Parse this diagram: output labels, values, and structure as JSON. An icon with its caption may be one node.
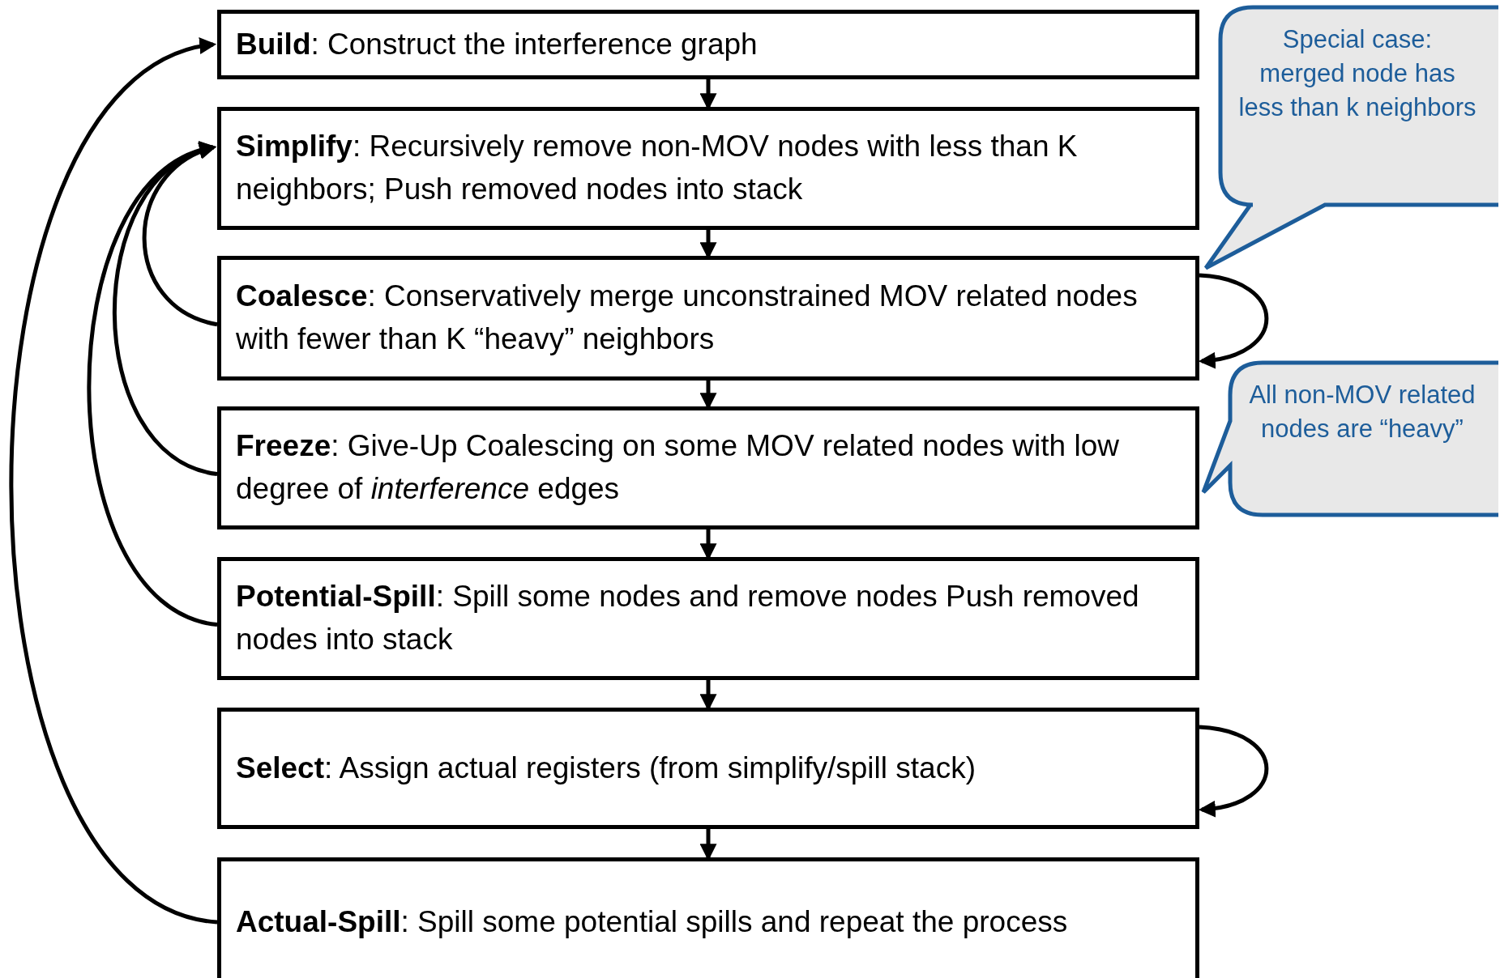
{
  "diagram": {
    "nodes": [
      {
        "text": [
          "**Build**: Construct the interference graph"
        ]
      },
      {
        "text": [
          "**Simplify**: Recursively remove non-MOV nodes with less than K neighbors; Push removed nodes into stack"
        ]
      },
      {
        "text": [
          "**Coalesce**: Conservatively merge unconstrained MOV related nodes with fewer than K “heavy” neighbors"
        ]
      },
      {
        "text": [
          "**Freeze**: Give-Up Coalescing on some MOV related nodes with low degree of *interference* edges"
        ]
      },
      {
        "text": [
          "**Potential-Spill**: Spill some nodes and remove nodes Push removed nodes into stack"
        ]
      },
      {
        "text": [
          "**Select**: Assign actual registers (from simplify/spill stack)"
        ]
      },
      {
        "text": [
          "**Actual-Spill**: Spill some potential spills and repeat the process"
        ]
      },
      {
        "text": [
          "Special case: merged node has less than k neighbors"
        ]
      },
      {
        "text": [
          "All non-MOV related nodes are “heavy”"
        ]
      }
    ],
    "edges": [
      {
        "from": 0,
        "to": 1,
        "arrow": "to"
      },
      {
        "from": 1,
        "to": 2,
        "arrow": "to"
      },
      {
        "from": 2,
        "to": 3,
        "arrow": "to"
      },
      {
        "from": 3,
        "to": 4,
        "arrow": "to"
      },
      {
        "from": 4,
        "to": 5,
        "arrow": "to"
      },
      {
        "from": 5,
        "to": 6,
        "arrow": "to"
      },
      {
        "from": 2,
        "to": 2,
        "arrow": "to"
      },
      {
        "from": 5,
        "to": 5,
        "arrow": "to"
      },
      {
        "from": 2,
        "to": 1,
        "arrow": "to"
      },
      {
        "from": 3,
        "to": 1,
        "arrow": "to"
      },
      {
        "from": 4,
        "to": 1,
        "arrow": "to"
      },
      {
        "from": 6,
        "to": 0,
        "arrow": "to"
      }
    ]
  }
}
